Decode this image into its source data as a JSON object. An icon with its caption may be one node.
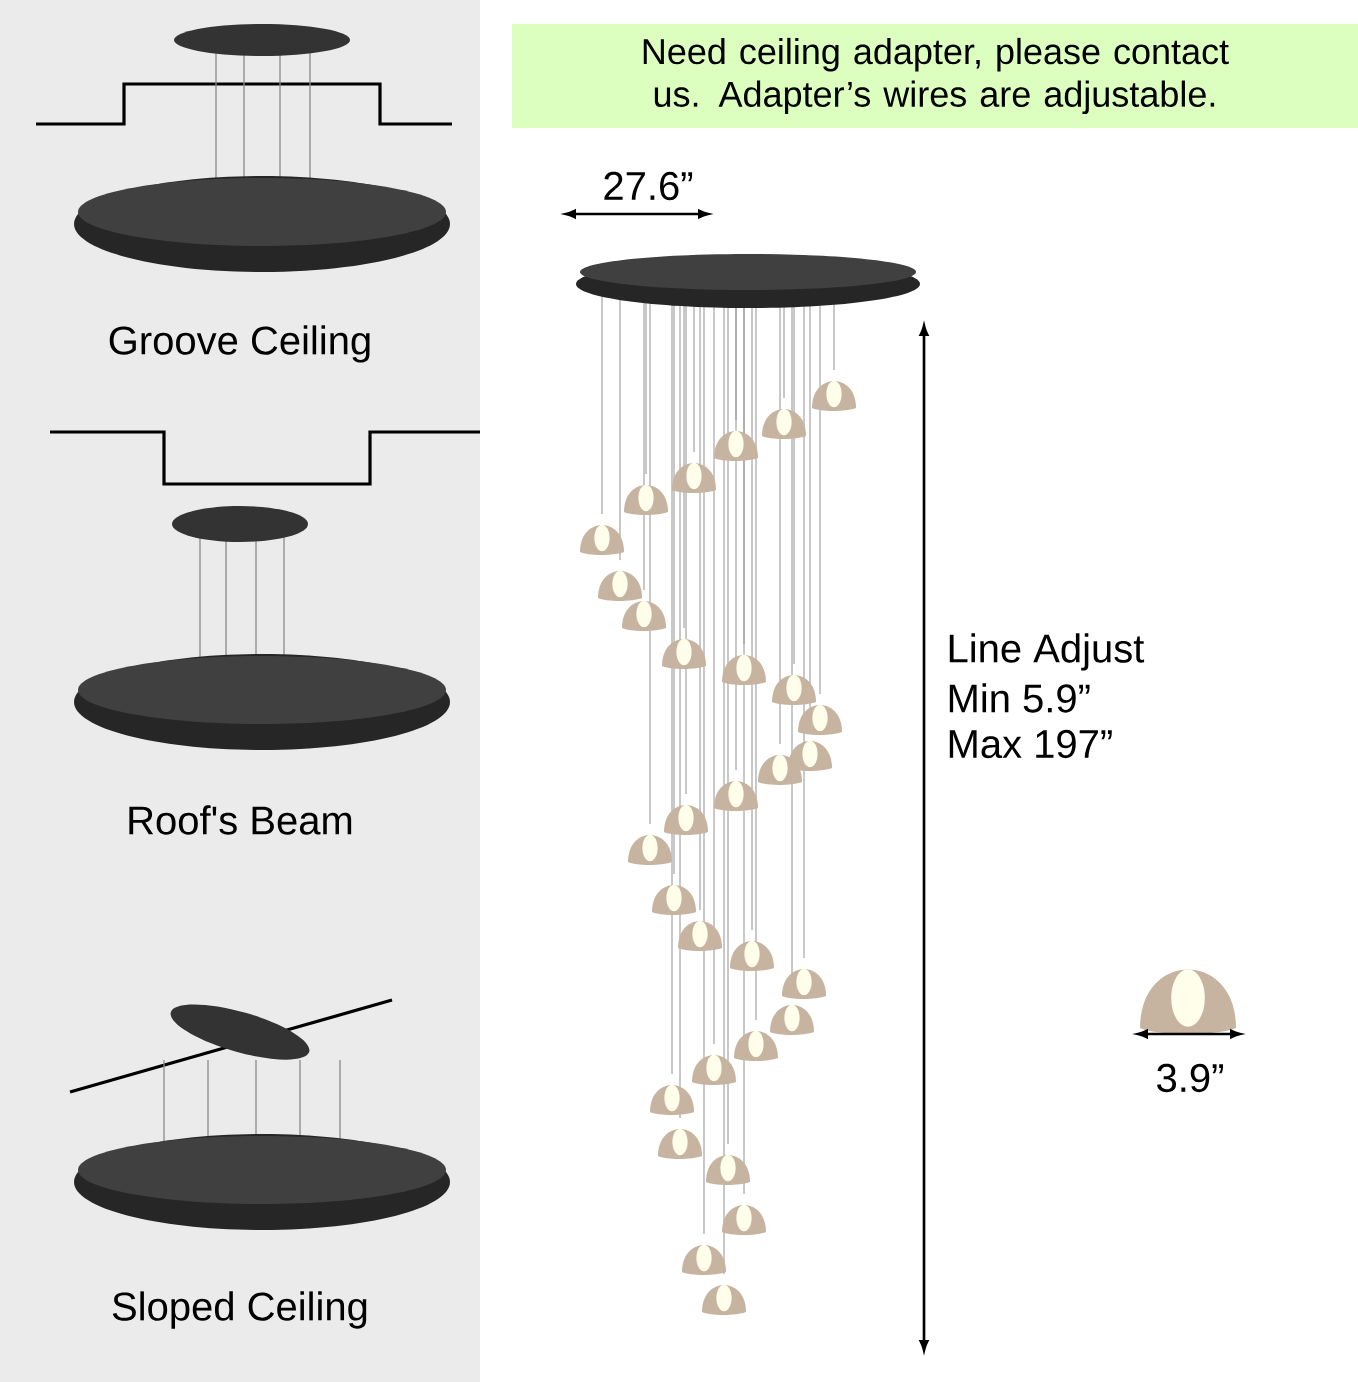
{
  "diagram": {
    "nodes": [
      {
        "text": [
          "Need ceiling adapter, please contact us. Adapter’s wires are adjustable."
        ]
      }
    ],
    "labels": [
      "Groove Ceiling",
      "Roof's Beam",
      "Sloped Ceiling",
      "27.6”",
      "Line Adjust",
      "Min 5.9”",
      "Max 197”",
      "3.9”"
    ]
  }
}
